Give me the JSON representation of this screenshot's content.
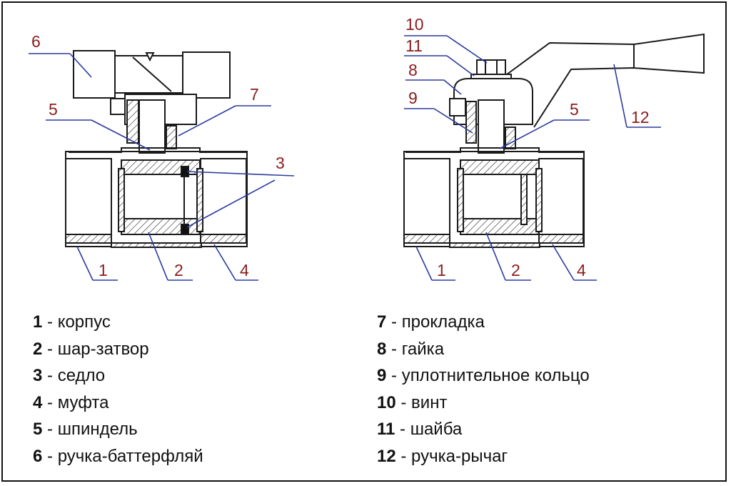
{
  "left_valve": {
    "callouts": [
      "6",
      "5",
      "7",
      "3",
      "1",
      "2",
      "4"
    ]
  },
  "right_valve": {
    "callouts": [
      "10",
      "11",
      "8",
      "9",
      "5",
      "12",
      "1",
      "2",
      "4"
    ]
  },
  "legend": {
    "separator": " - ",
    "left": [
      {
        "num": "1",
        "text": "корпус"
      },
      {
        "num": "2",
        "text": "шар-затвор"
      },
      {
        "num": "3",
        "text": "седло"
      },
      {
        "num": "4",
        "text": "муфта"
      },
      {
        "num": "5",
        "text": "шпиндель"
      },
      {
        "num": "6",
        "text": "ручка-баттерфляй"
      }
    ],
    "right": [
      {
        "num": "7",
        "text": "прокладка"
      },
      {
        "num": "8",
        "text": "гайка"
      },
      {
        "num": "9",
        "text": "уплотнительное кольцо"
      },
      {
        "num": "10",
        "text": "винт"
      },
      {
        "num": "11",
        "text": "шайба"
      },
      {
        "num": "12",
        "text": "ручка-рычаг"
      }
    ]
  },
  "colors": {
    "outline": "#1a1a1a",
    "callout_text": "#8a1d1d",
    "leader_line": "#2b3a9e"
  }
}
